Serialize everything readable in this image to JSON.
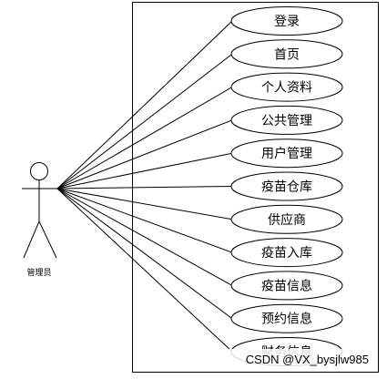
{
  "actor": {
    "label": "管理员"
  },
  "use_cases": [
    {
      "id": "login",
      "label": "登录"
    },
    {
      "id": "home",
      "label": "首页"
    },
    {
      "id": "profile",
      "label": "个人资料"
    },
    {
      "id": "public-management",
      "label": "公共管理"
    },
    {
      "id": "user-management",
      "label": "用户管理"
    },
    {
      "id": "vaccine-warehouse",
      "label": "疫苗仓库"
    },
    {
      "id": "supplier",
      "label": "供应商"
    },
    {
      "id": "vaccine-stock-in",
      "label": "疫苗入库"
    },
    {
      "id": "vaccine-info",
      "label": "疫苗信息"
    },
    {
      "id": "appointment-info",
      "label": "预约信息"
    },
    {
      "id": "finance-info",
      "label": "财务信息"
    }
  ],
  "watermark": "CSDN @VX_bysjlw985",
  "colors": {
    "line": "#000000",
    "background": "#ffffff"
  }
}
